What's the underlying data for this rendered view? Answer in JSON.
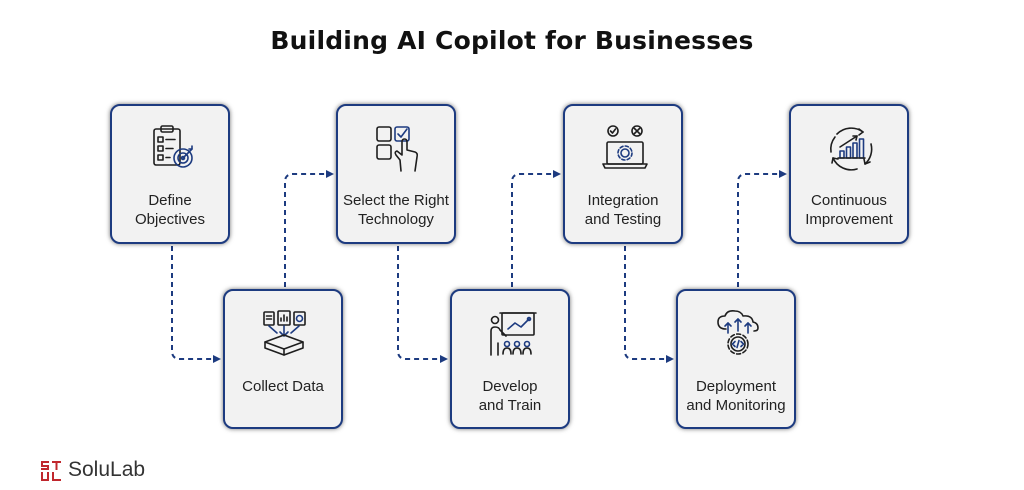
{
  "title": "Building AI Copilot for Businesses",
  "steps": [
    {
      "line1": "Define",
      "line2": "Objectives",
      "icon": "checklist-target-icon"
    },
    {
      "line1": "Collect Data",
      "line2": "",
      "icon": "data-collection-icon"
    },
    {
      "line1": "Select the Right",
      "line2": "Technology",
      "icon": "select-grid-hand-icon"
    },
    {
      "line1": "Develop",
      "line2": "and Train",
      "icon": "training-presentation-icon"
    },
    {
      "line1": "Integration",
      "line2": "and Testing",
      "icon": "laptop-gear-test-icon"
    },
    {
      "line1": "Deployment",
      "line2": "and Monitoring",
      "icon": "cloud-code-gear-icon"
    },
    {
      "line1": "Continuous",
      "line2": "Improvement",
      "icon": "cycle-growth-chart-icon"
    }
  ],
  "brand": {
    "name": "SoluLab"
  },
  "colors": {
    "accent": "#1d3b80",
    "card_bg": "#f2f2f2",
    "logo_red": "#c0272d",
    "text": "#222222"
  }
}
